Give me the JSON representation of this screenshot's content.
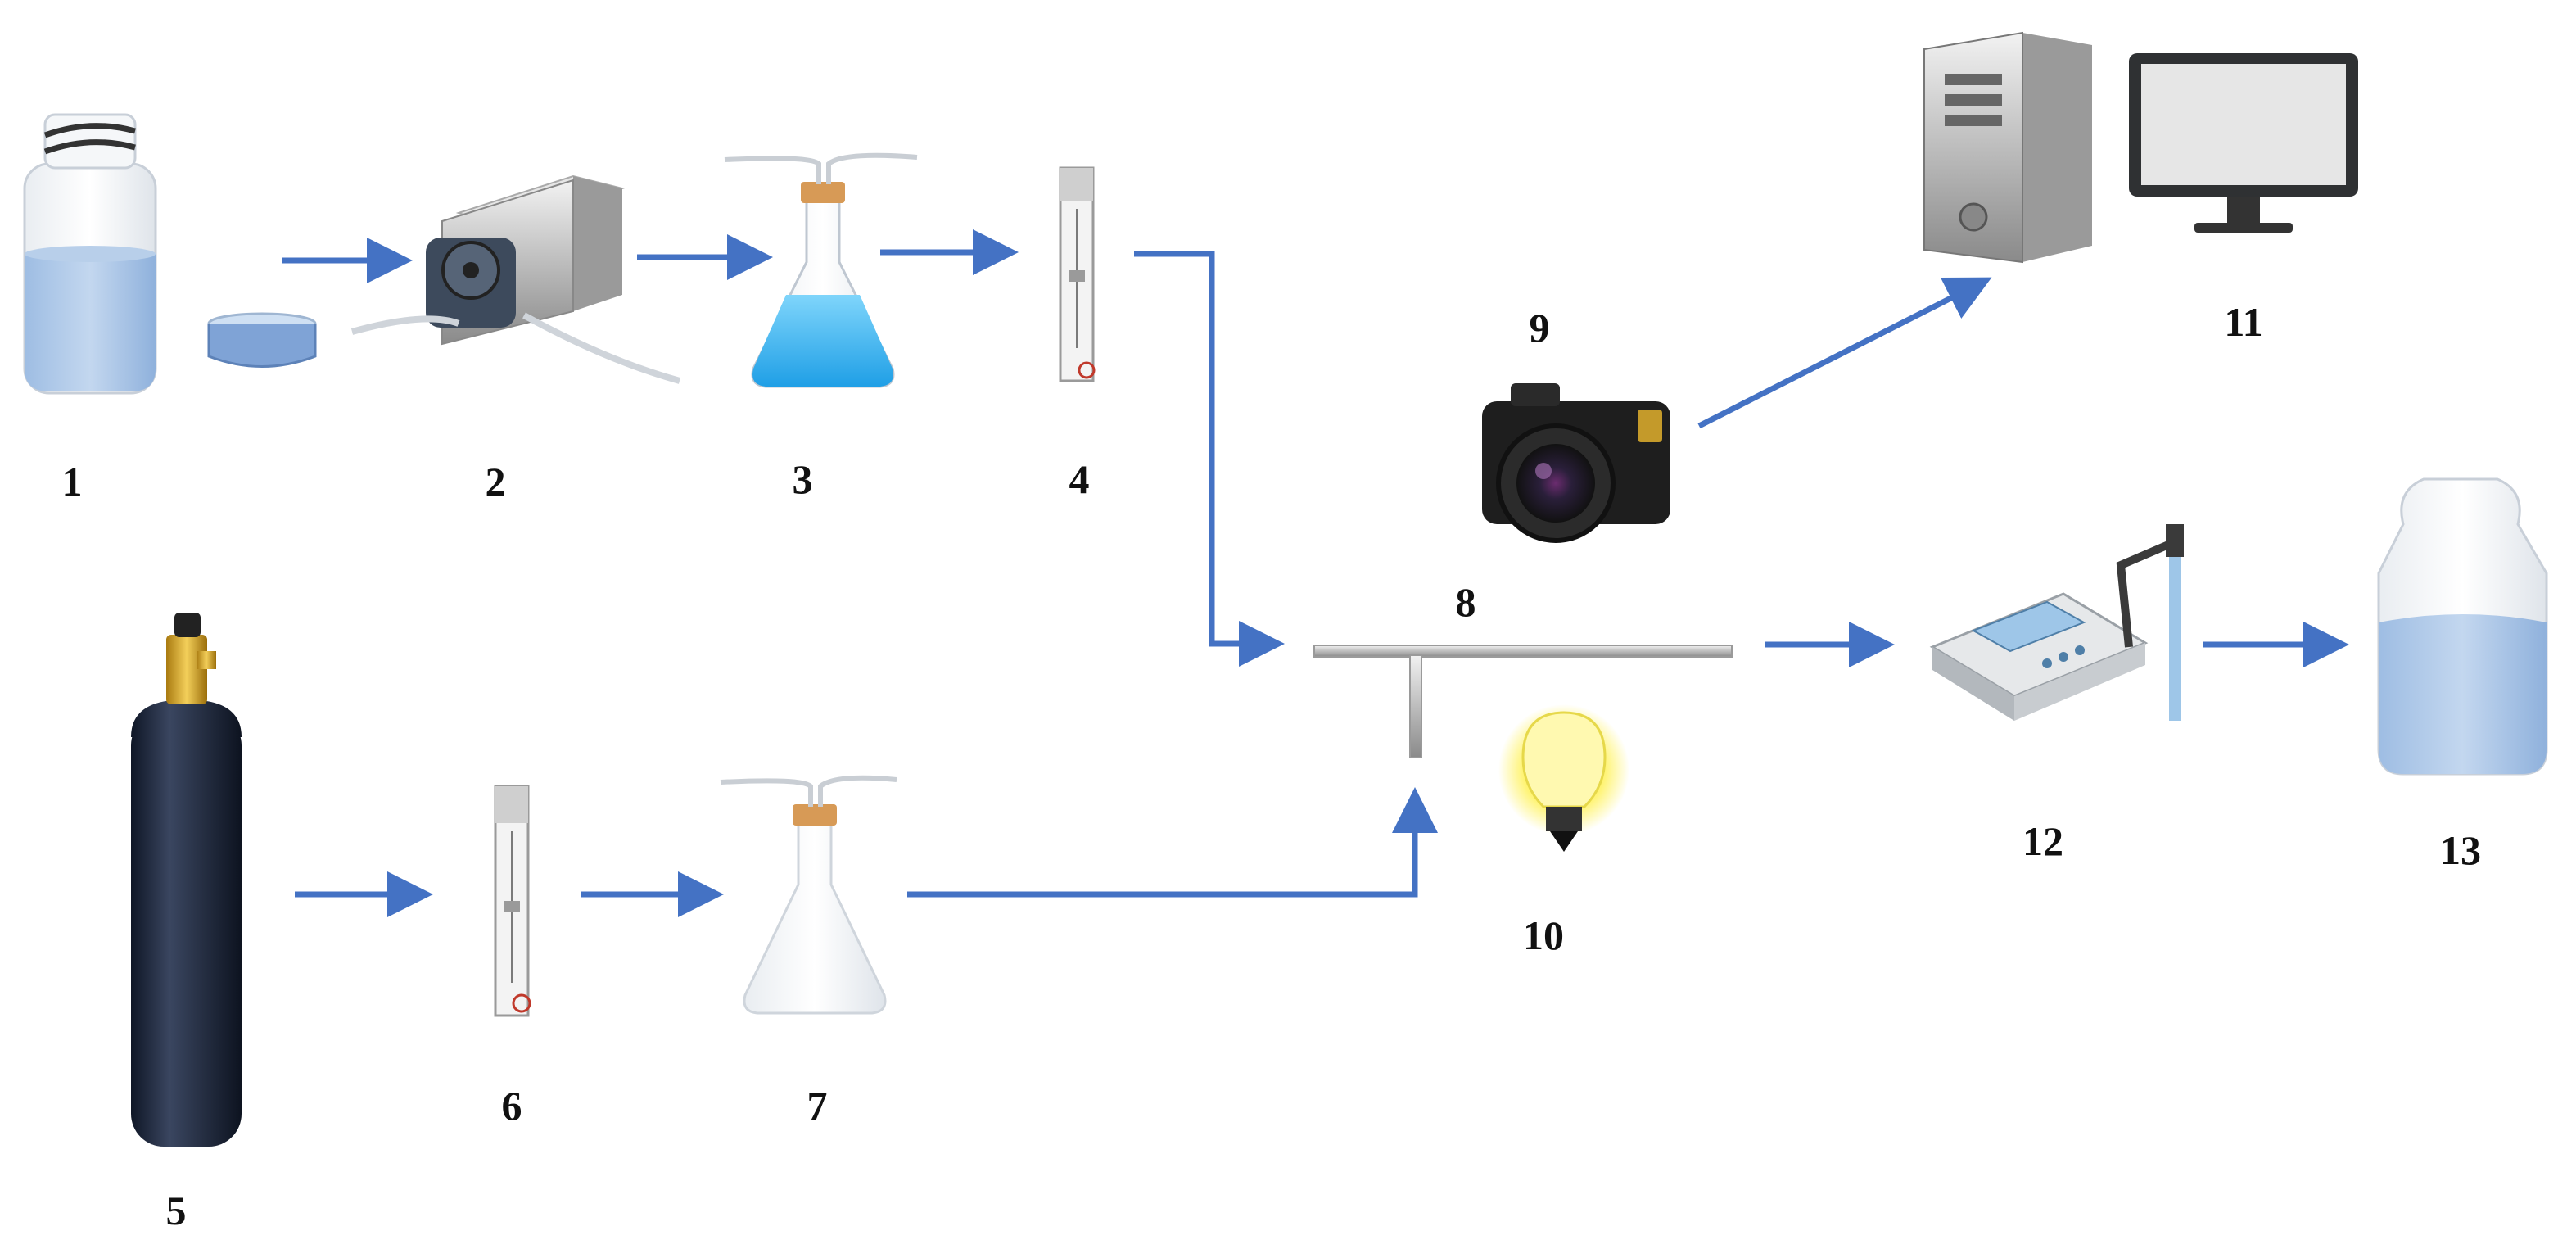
{
  "labels": {
    "l1": "1",
    "l2": "2",
    "l3": "3",
    "l4": "4",
    "l5": "5",
    "l6": "6",
    "l7": "7",
    "l8": "8",
    "l9": "9",
    "l10": "10",
    "l11": "11",
    "l12": "12",
    "l13": "13"
  },
  "components": {
    "c1": "reagent-bottle",
    "c2": "peristaltic-pump",
    "c3": "gas-washing-flask-liquid",
    "c4": "flowmeter",
    "c5": "gas-cylinder",
    "c6": "flowmeter",
    "c7": "gas-washing-flask-empty",
    "c8": "t-junction-tube",
    "c9": "camera",
    "c10": "light-bulb",
    "c11": "computer",
    "c12": "ph-meter",
    "c13": "collection-beaker"
  },
  "colors": {
    "arrow": "#4472C4",
    "liquid": "#A7C4E6",
    "flask_liquid": "#35B6EE",
    "cylinder": "#1F2A40",
    "brass": "#D6A526",
    "pump_body": "#C9C9C9",
    "bulb_glow": "#FFF36B"
  }
}
